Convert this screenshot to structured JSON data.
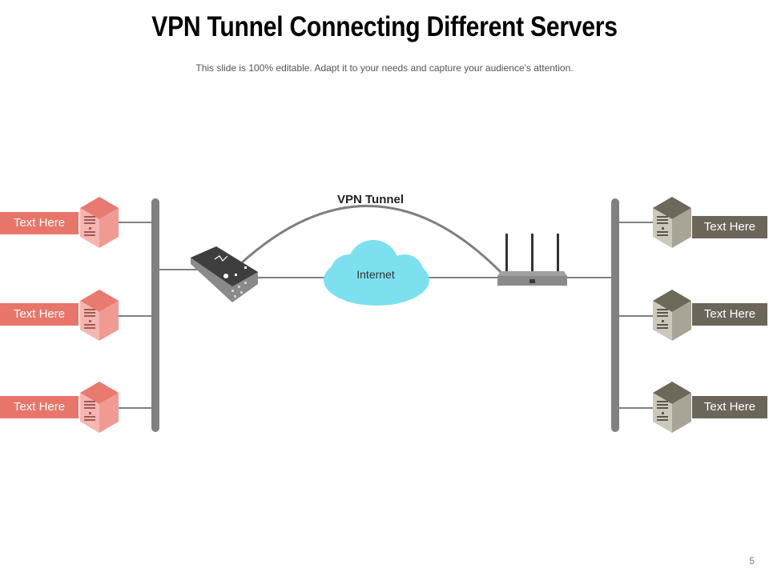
{
  "slide": {
    "title": "VPN Tunnel Connecting Different Servers",
    "subtitle": "This slide is 100% editable. Adapt it to your needs and capture your audience's attention.",
    "page_number": "5"
  },
  "diagram": {
    "tunnel_label": "VPN Tunnel",
    "cloud_label": "Internet",
    "left_servers": [
      {
        "label": "Text Here"
      },
      {
        "label": "Text Here"
      },
      {
        "label": "Text Here"
      }
    ],
    "right_servers": [
      {
        "label": "Text Here"
      },
      {
        "label": "Text Here"
      },
      {
        "label": "Text Here"
      }
    ],
    "colors": {
      "left_accent": "#e8756a",
      "right_accent": "#6b6659",
      "cloud": "#7de0ef",
      "bus": "#808080"
    },
    "icons": {
      "left_device": "vpn-gateway-device-icon",
      "right_device": "wifi-router-icon",
      "servers": "server-tower-icon",
      "cloud": "cloud-icon"
    }
  }
}
